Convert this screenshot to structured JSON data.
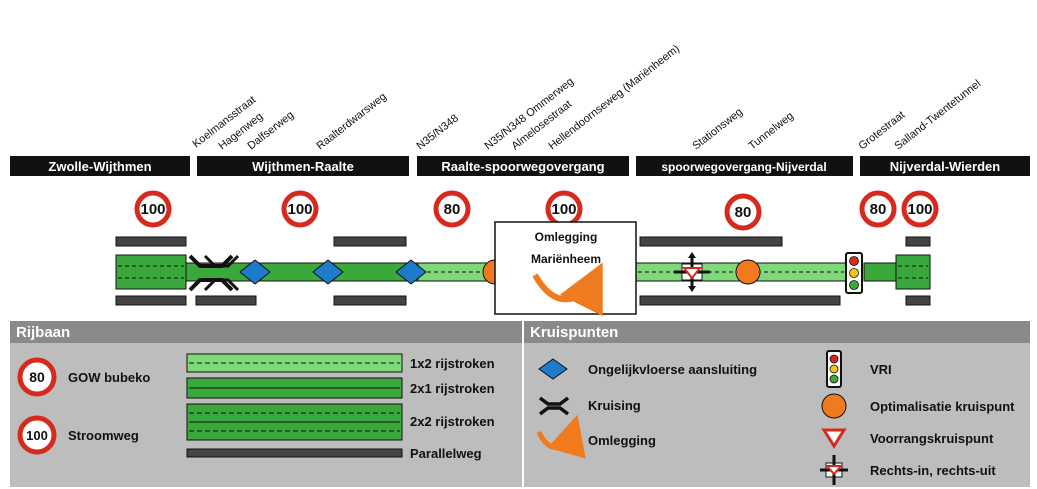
{
  "road_names": [
    "Koelmansstraat",
    "Hagenweg",
    "Dalfserweg",
    "Raalterdwarsweg",
    "N35/N348",
    "N35/N348 Ommerweg",
    "Almelosestraat",
    "Hellendoornseweg (Mariënheem)",
    "Stationsweg",
    "Tunnelweg",
    "Grotestraat",
    "Salland-Twentetunnel"
  ],
  "segments": [
    "Zwolle-Wijthmen",
    "Wijthmen-Raalte",
    "Raalte-spoorwegovergang",
    "spoorwegovergang-Nijverdal",
    "Nijverdal-Wierden"
  ],
  "speed_limits": [
    "100",
    "100",
    "80",
    "100",
    "80",
    "80",
    "100"
  ],
  "detour_box": {
    "line1": "Omlegging",
    "line2": "Mariënheem"
  },
  "legend": {
    "rijbaan": {
      "title": "Rijbaan",
      "gow": {
        "value": "80",
        "label": "GOW bubeko"
      },
      "stroomweg": {
        "value": "100",
        "label": "Stroomweg"
      },
      "lanes": [
        "1x2 rijstroken",
        "2x1 rijstroken",
        "2x2 rijstroken",
        "Parallelweg"
      ]
    },
    "kruispunten": {
      "title": "Kruispunten",
      "items": [
        "Ongelijkvloerse aansluiting",
        "Kruising",
        "Omlegging",
        "VRI",
        "Optimalisatie kruispunt",
        "Voorrangskruispunt",
        "Rechts-in, rechts-uit"
      ]
    }
  },
  "colors": {
    "road_green": "#3aa83a",
    "road_light": "#7fd87a",
    "header_black": "#111111",
    "legend_gray": "#bdbdbd",
    "legend_header": "#8a8a8a",
    "diamond_blue": "#1e7bc9",
    "circle_orange": "#f07b1f",
    "speed_red": "#d62a1e"
  }
}
